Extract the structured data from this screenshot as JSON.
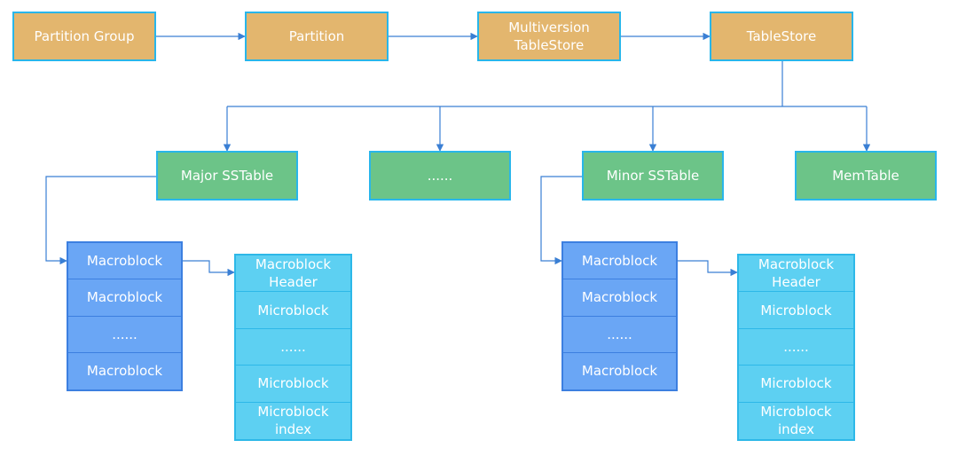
{
  "colors": {
    "top_row": "#e3b66e",
    "middle_row": "#6cc488",
    "macroblock": "#6aa6f5",
    "microblock": "#5dd0f2",
    "border": "#29b6ea",
    "connector": "#3a7fd4"
  },
  "top_row": {
    "partition_group": "Partition Group",
    "partition": "Partition",
    "multiversion_tablestore": "Multiversion\nTableStore",
    "tablestore": "TableStore"
  },
  "middle_row": {
    "major_sstable": "Major SSTable",
    "ellipsis": "......",
    "minor_sstable": "Minor SSTable",
    "memtable": "MemTable"
  },
  "left_macro_stack": [
    "Macroblock",
    "Macroblock",
    "......",
    "Macroblock"
  ],
  "left_micro_stack": [
    "Macroblock\nHeader",
    "Microblock",
    "......",
    "Microblock",
    "Microblock\nindex"
  ],
  "right_macro_stack": [
    "Macroblock",
    "Macroblock",
    "......",
    "Macroblock"
  ],
  "right_micro_stack": [
    "Macroblock\nHeader",
    "Microblock",
    "......",
    "Microblock",
    "Microblock\nindex"
  ]
}
